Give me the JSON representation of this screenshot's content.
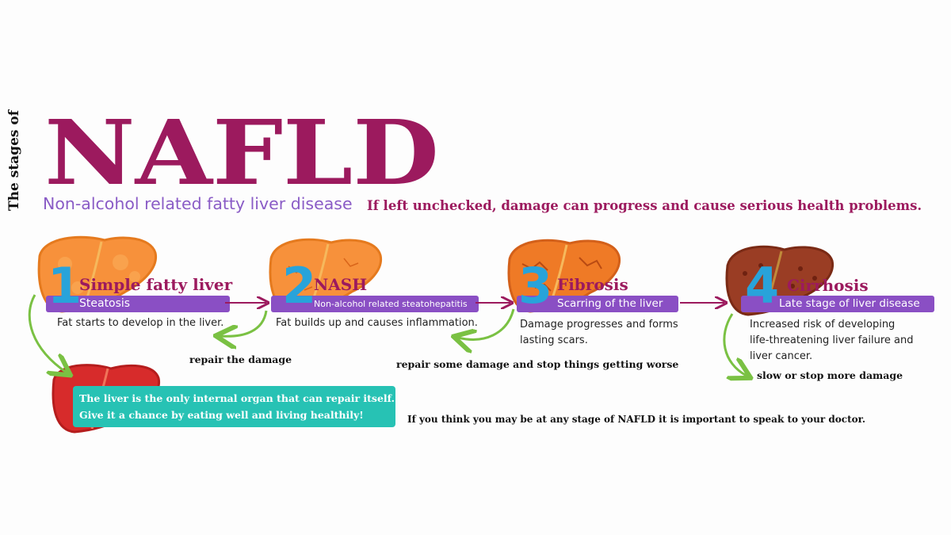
{
  "header": {
    "side_label": "The stages of",
    "title": "NAFLD",
    "subtitle": "Non-alcohol related fatty liver disease",
    "tagline": "If left unchecked, damage can progress and cause serious health problems."
  },
  "stages": [
    {
      "number": "1",
      "name": "Simple fatty liver",
      "subtitle": "Steatosis",
      "description": "Fat starts to develop in the liver."
    },
    {
      "number": "2",
      "name": "NASH",
      "subtitle": "Non-alcohol related steatohepatitis",
      "description": "Fat builds up and causes inflammation."
    },
    {
      "number": "3",
      "name": "Fibrosis",
      "subtitle": "Scarring of the liver",
      "description_lines": [
        "Damage progresses and forms",
        "lasting scars."
      ]
    },
    {
      "number": "4",
      "name": "Cirrhosis",
      "subtitle": "Late stage of liver disease",
      "description_lines": [
        "Increased risk of developing",
        "life-threatening liver failure and",
        "liver cancer."
      ]
    }
  ],
  "repair_notes": {
    "stage2": "repair the damage",
    "stage3": "repair some damage and stop things getting worse",
    "stage4": "slow or stop more damage"
  },
  "info_box": {
    "line1": "The liver is the only internal organ that can repair itself.",
    "line2": "Give it a chance by eating well and living healthily!"
  },
  "doctor_note": "If you think you may be at any stage of NAFLD it is important to speak to your doctor.",
  "colors": {
    "title": "#9c1a5e",
    "band": "#8a4fc4",
    "number": "#28a3da",
    "arrow": "#7ac143",
    "teal": "#27c2b4"
  }
}
